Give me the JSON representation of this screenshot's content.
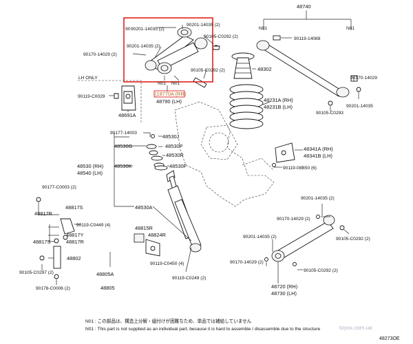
{
  "labels": {
    "l90201_a": "90201-14035 (2)",
    "l90201_b": "90201-14035 (2)",
    "l90201_c": "90201-14035 (2)",
    "l90201_left": "90",
    "l90105_top": "90105-C0292 (2)",
    "l90170_top": "90170-14029 (2)",
    "l90105_mid": "90105-C0292 (2)",
    "n01_a": "N01",
    "n01_b": "N01",
    "lh_only": "LH ONLY",
    "l90119_c0029": "90119-C0029",
    "l48691a": "48691A",
    "l18770a": "(18770A (RR)",
    "l48790": "48790 (LH)",
    "l48740": "48740",
    "n01_c": "N01",
    "n01_d": "N01",
    "l90119_14088": "90119-14088",
    "l48302": "48302",
    "l90170_r": "90170-14029",
    "l90201_r": "90201-14035",
    "l90105_c0293": "90105-C0293",
    "l48231a": "48231A (RH)",
    "l48231b": "48231B (LH)",
    "l90177": "90177-14003",
    "l48530j": "48530J",
    "l48530g": "48530G",
    "l48530p": "48530P",
    "l48530r": "48530R",
    "l48530k": "48530K",
    "l48530f": "48530F",
    "l48530rh": "48530 (RH)",
    "l48540lh": "48540 (LH)",
    "l48341a": "48341A (RH)",
    "l48341b": "48341B (LH)",
    "l90119_08b50": "90119-08B50 (6)",
    "l90177_c0003": "90177-C0003 (2)",
    "l48817s_a": "48817S",
    "l48817r_a": "48817R",
    "l90119_c0449": "90119-C0449 (4)",
    "l48817y": "48817Y",
    "l48817s_b": "48817S",
    "l48817r_b": "48817R",
    "l48530a": "48530A",
    "l48815r": "48815R",
    "l48824r": "48824R",
    "l48802": "48802",
    "l90105_c0297": "90105-C0297 (2)",
    "l90178": "90178-C0006 (2)",
    "l48805a": "48805A",
    "l48805": "48805",
    "l90119_c0450": "90119-C0450 (4)",
    "l90119_c0249": "90119-C0249 (2)",
    "l90201_br1": "90201-14035 (2)",
    "l90170_br1": "90170-14029 (2)",
    "l90105_br1": "90105-C0292 (2)",
    "l90201_br2": "90201-14035 (2)",
    "l90170_br2": "90170-14029 (2)",
    "l90105_br2": "90105-C0292 (2)",
    "l48720": "48720 (RH)",
    "l48730": "48730 (LH)"
  },
  "notes": {
    "line1": "N01 : この部品は、構造上分解・組付けが困難なため、単品では補給していません",
    "line2": "N01 : This part is not supplied as an individual part, because it is hard to assemble / disassemble due to the structure"
  },
  "watermark": "toyox.com.ua",
  "diagram_code": "48273OE",
  "colors": {
    "highlight_box": "#e0201c",
    "highlight_text": "#b5651d"
  }
}
